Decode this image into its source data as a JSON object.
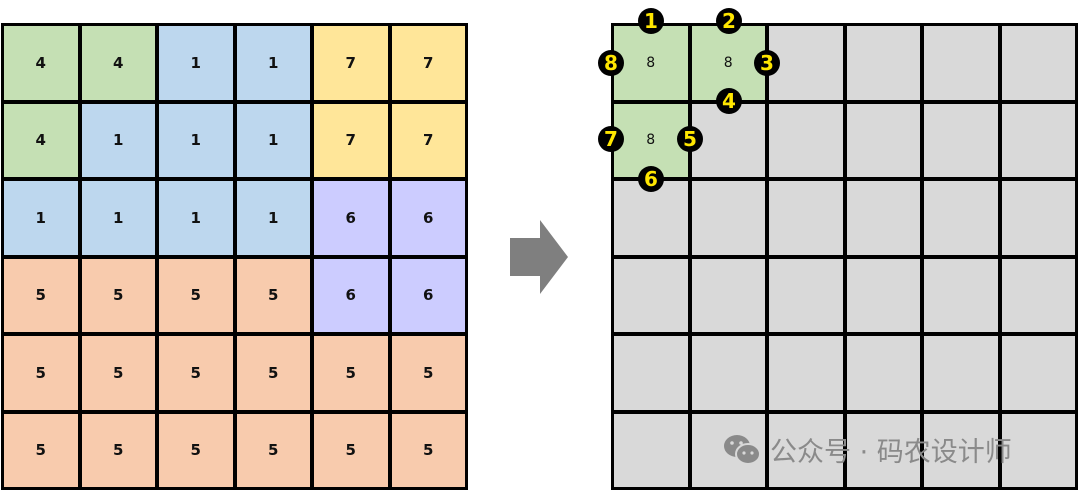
{
  "colors": {
    "1": "#bdd7ee",
    "4": "#c5e0b4",
    "5": "#f8cbad",
    "6": "#ccccff",
    "7": "#ffe699",
    "empty": "#d9d9d9",
    "highlight": "#c5e0b4",
    "arrow": "#7f7f7f"
  },
  "left_grid": [
    [
      4,
      4,
      1,
      1,
      7,
      7
    ],
    [
      4,
      1,
      1,
      1,
      7,
      7
    ],
    [
      1,
      1,
      1,
      1,
      6,
      6
    ],
    [
      5,
      5,
      5,
      5,
      6,
      6
    ],
    [
      5,
      5,
      5,
      5,
      5,
      5
    ],
    [
      5,
      5,
      5,
      5,
      5,
      5
    ]
  ],
  "right_grid": [
    [
      "8",
      "8",
      "",
      "",
      "",
      ""
    ],
    [
      "8",
      "",
      "",
      "",
      "",
      ""
    ],
    [
      "",
      "",
      "",
      "",
      "",
      ""
    ],
    [
      "",
      "",
      "",
      "",
      "",
      ""
    ],
    [
      "",
      "",
      "",
      "",
      "",
      ""
    ],
    [
      "",
      "",
      "",
      "",
      "",
      ""
    ]
  ],
  "badges": [
    "1",
    "2",
    "3",
    "4",
    "5",
    "6",
    "7",
    "8"
  ],
  "watermark": {
    "icon": "wechat-icon",
    "text": "公众号 · 码农设计师"
  }
}
